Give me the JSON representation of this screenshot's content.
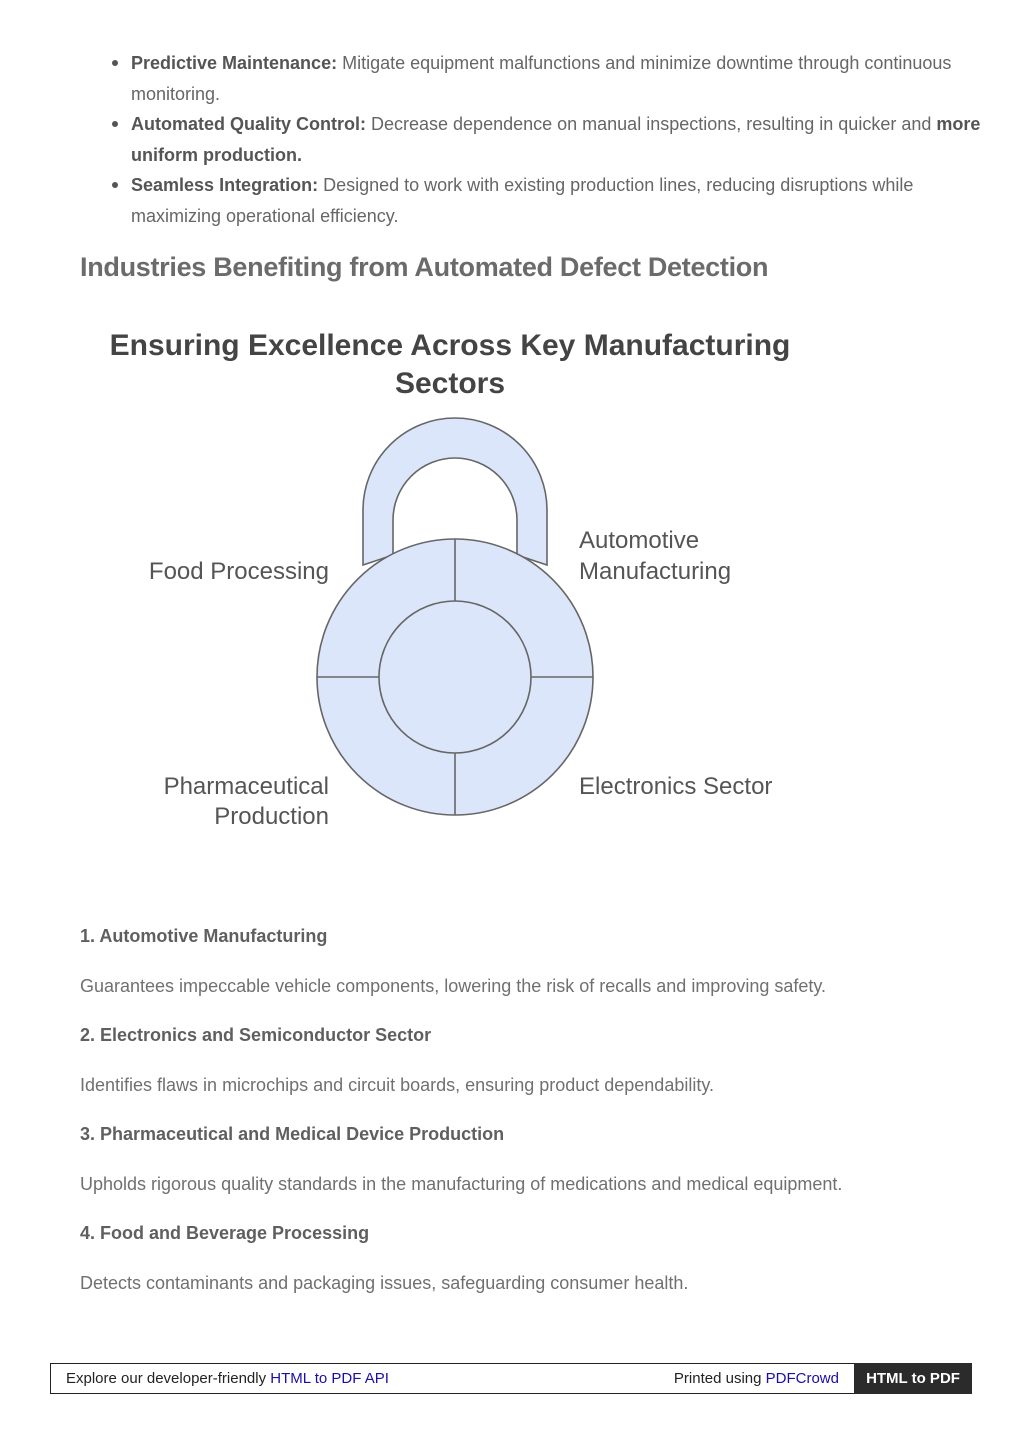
{
  "benefits": [
    {
      "label": "Predictive Maintenance:",
      "text": " Mitigate equipment malfunctions and minimize downtime through continuous monitoring."
    },
    {
      "label": "Automated Quality Control:",
      "text": " Decrease dependence on manual inspections, resulting in quicker and ",
      "bold_tail": "more uniform production."
    },
    {
      "label": "Seamless Integration:",
      "text": " Designed to work with existing production lines, reducing disruptions while maximizing operational efficiency."
    }
  ],
  "section_heading": "Industries Benefiting from Automated Defect Detection",
  "figure": {
    "title_line1": "Ensuring Excellence Across Key Manufacturing",
    "title_line2": "Sectors",
    "labels": {
      "top_left": "Food Processing",
      "top_right_line1": "Automotive",
      "top_right_line2": "Manufacturing",
      "bottom_left_line1": "Pharmaceutical",
      "bottom_left_line2": "Production",
      "bottom_right": "Electronics Sector"
    },
    "colors": {
      "fill": "#dce6fb",
      "stroke": "#666666"
    }
  },
  "industries": [
    {
      "title": "1. Automotive Manufacturing",
      "desc": "Guarantees impeccable vehicle components, lowering the risk of recalls and improving safety."
    },
    {
      "title": "2. Electronics and Semiconductor Sector",
      "desc": "Identifies flaws in microchips and circuit boards, ensuring product dependability."
    },
    {
      "title": "3. Pharmaceutical and Medical Device Production",
      "desc": "Upholds rigorous quality standards in the manufacturing of medications and medical equipment."
    },
    {
      "title": "4. Food and Beverage Processing",
      "desc": "Detects contaminants and packaging issues, safeguarding consumer health."
    }
  ],
  "footer": {
    "left_text": "Explore our developer-friendly ",
    "left_link": "HTML to PDF API",
    "right_text": "Printed using ",
    "right_link": "PDFCrowd",
    "cta": "HTML to PDF"
  }
}
